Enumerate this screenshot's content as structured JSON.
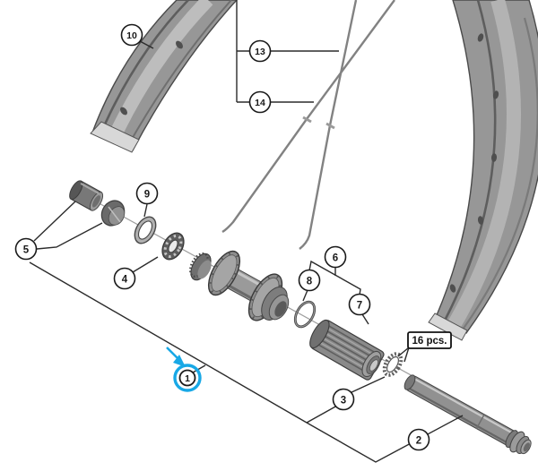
{
  "diagram": {
    "title": "wheel-hub-exploded-parts-diagram",
    "quantity_label": "16 pcs.",
    "highlight": {
      "color": "#18a8e6",
      "target_callout": "1"
    },
    "callouts": [
      {
        "label": "1"
      },
      {
        "label": "2"
      },
      {
        "label": "3"
      },
      {
        "label": "4"
      },
      {
        "label": "5"
      },
      {
        "label": "6"
      },
      {
        "label": "7"
      },
      {
        "label": "8"
      },
      {
        "label": "9"
      },
      {
        "label": "10"
      },
      {
        "label": "13"
      },
      {
        "label": "14"
      }
    ]
  }
}
